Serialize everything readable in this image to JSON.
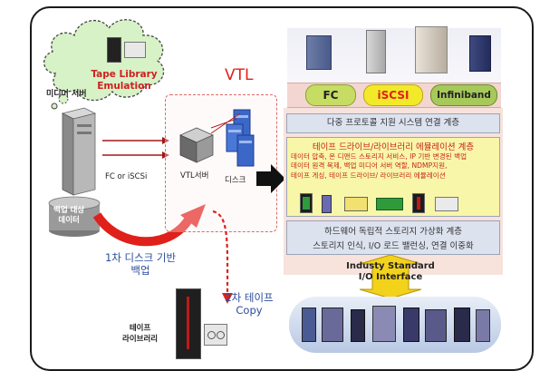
{
  "cloud": {
    "line1": "Tape Library",
    "line2": "Emulation"
  },
  "vtl_title": "VTL",
  "media_server_label": "미디어 서버",
  "fc_iscsi_label": "FC or iSCSi",
  "backup_target": {
    "line1": "백업 대상",
    "line2": "데이터"
  },
  "vtl_server_label": "VTL서버",
  "disk_label": "디스크",
  "first_backup": {
    "line1": "1차 디스크 기반",
    "line2": "백업"
  },
  "second_copy": {
    "line1": "2차 테이프",
    "line2": "Copy"
  },
  "tape_library": {
    "line1": "테이프",
    "line2": "라이브러리"
  },
  "protocols": [
    "FC",
    "iSCSI",
    "Infiniband"
  ],
  "layer_top": "다중 프로토콜 지원 시스템 연결 계층",
  "layer_mid": {
    "title": "테이프 드라이브/라이브러리 에뮬레이션 계층",
    "features": [
      "데이터 압축, 온 디맨드 스토리지 서비스, IP 기반 변경된 백업",
      "데이터 원격 복제, 백업 미디어 서버 역할, NDMP지원,",
      "테이프 게싱, 테이프 드라이브/ 라이브러리 에뮬레이션"
    ]
  },
  "layer_bottom": {
    "line1": "하드웨어 독립적 스토리지 가상화 계층",
    "line2": "스토리지 인식, I/O 로드 밸런싱, 연결 이중화"
  },
  "standard_io": {
    "line1": "Industy Standard",
    "line2": "I/O Interface"
  },
  "colors": {
    "red": "#e0201a",
    "blue_text": "#2b4c9c",
    "fc_pill": "#c6dc62",
    "iscsi_pill": "#f2ea28",
    "infiniband_pill": "#a7c95a",
    "layer_yellow": "#f8f6a8",
    "layer_lilac": "#dde2ef"
  }
}
